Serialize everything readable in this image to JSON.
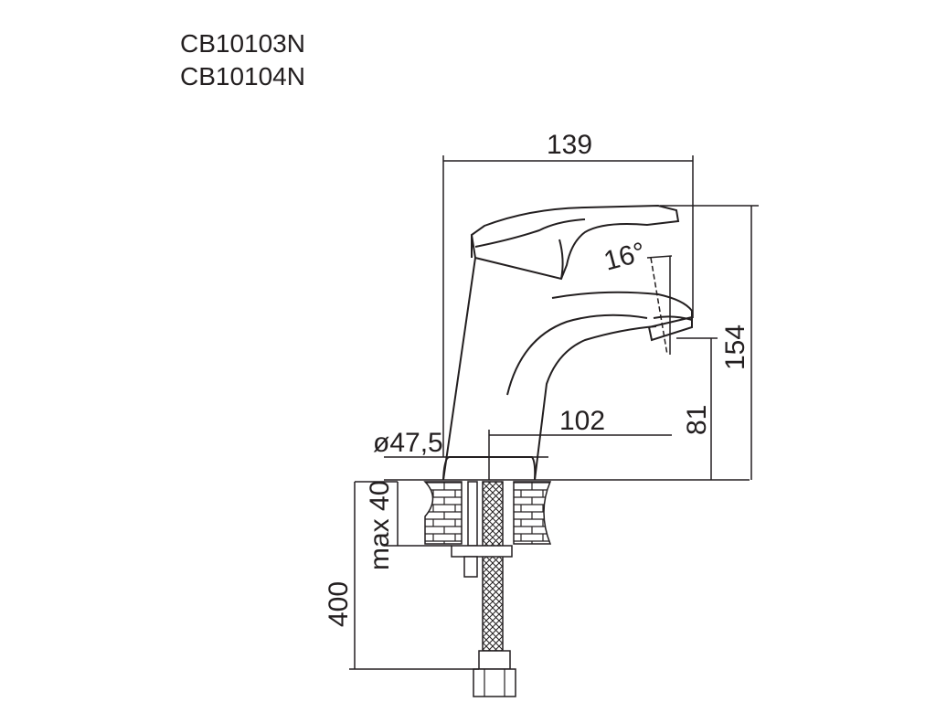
{
  "models": [
    "CB10103N",
    "CB10104N"
  ],
  "dimensions": {
    "width_total": "139",
    "height_total": "154",
    "spout_height": "81",
    "spout_reach": "102",
    "base_diameter": "ø47,5",
    "handle_angle": "16°",
    "max_counter_thickness": "max 40",
    "hose_length": "400"
  }
}
